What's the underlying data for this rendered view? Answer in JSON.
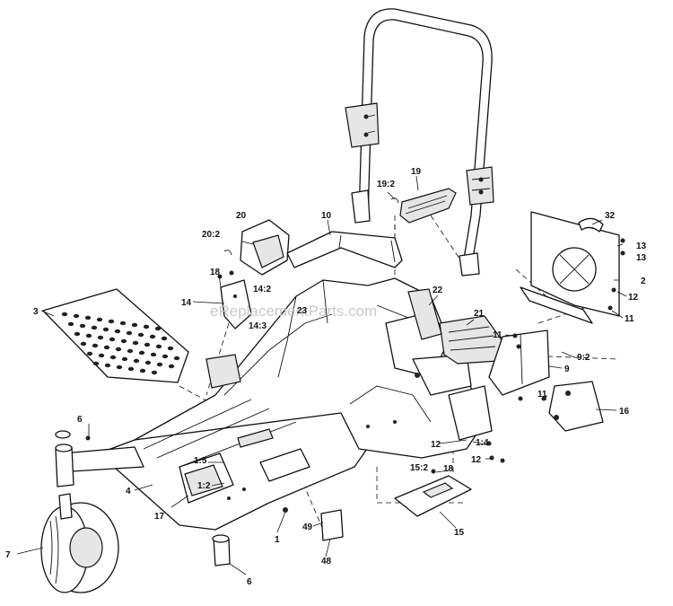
{
  "watermark": "eReplacementParts.com",
  "callouts": {
    "c1": "1",
    "c1_2": "1:2",
    "c1_4": "1:4",
    "c1_5": "1:5",
    "c2": "2",
    "c3": "3",
    "c4": "4",
    "c6a": "6",
    "c6b": "6",
    "c7": "7",
    "c9": "9",
    "c9_2": "9:2",
    "c10": "10",
    "c11a": "11",
    "c11b": "11",
    "c11c": "11",
    "c12a": "12",
    "c12b": "12",
    "c12c": "12",
    "c13a": "13",
    "c13b": "13",
    "c14": "14",
    "c14_2": "14:2",
    "c14_3": "14:3",
    "c15": "15",
    "c15_2": "15:2",
    "c16": "16",
    "c17": "17",
    "c18a": "18",
    "c18b": "18",
    "c19": "19",
    "c19_2": "19:2",
    "c20": "20",
    "c20_2": "20:2",
    "c21": "21",
    "c22": "22",
    "c23": "23",
    "c32": "32",
    "c48": "48",
    "c49": "49"
  }
}
